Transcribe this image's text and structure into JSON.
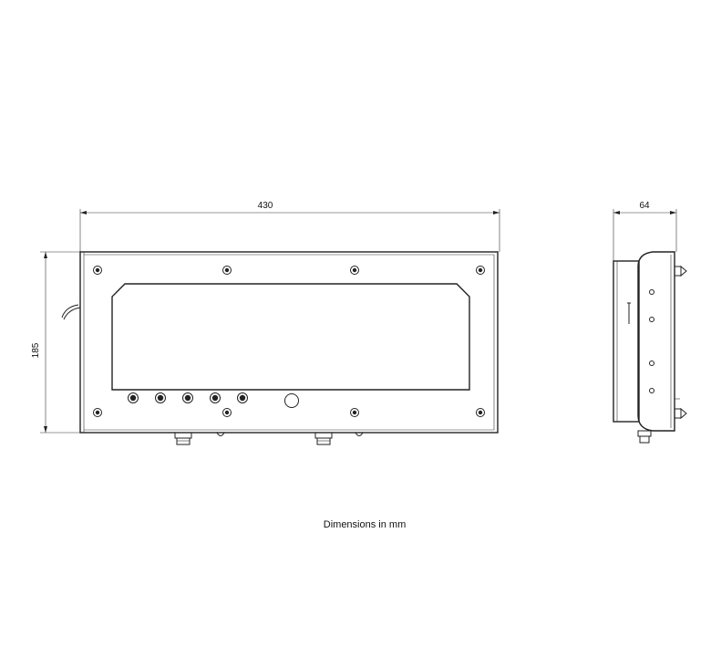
{
  "dimensions": {
    "front_width": "430",
    "front_height": "185",
    "side_depth": "64"
  },
  "caption": "Dimensions in mm",
  "colors": {
    "line": "#222222",
    "background": "#ffffff"
  }
}
